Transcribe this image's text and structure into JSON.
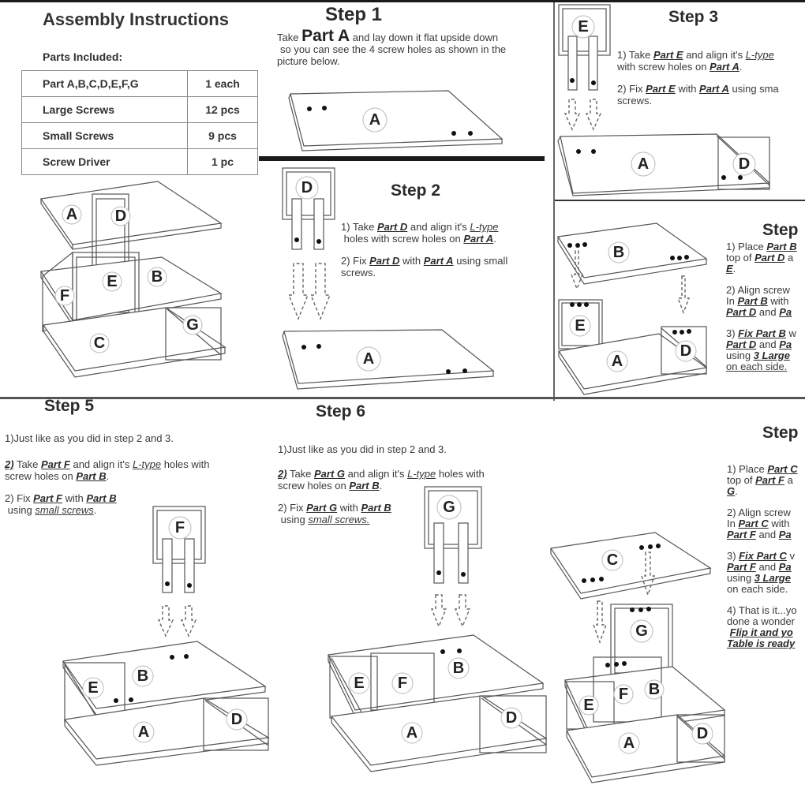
{
  "header": {
    "title": "Assembly Instructions",
    "parts_heading": "Parts Included:"
  },
  "parts_table": [
    {
      "item": "Part A,B,C,D,E,F,G",
      "qty": "1 each"
    },
    {
      "item": "Large Screws",
      "qty": "12 pcs"
    },
    {
      "item": "Small Screws",
      "qty": "9 pcs"
    },
    {
      "item": "Screw Driver",
      "qty": "1 pc"
    }
  ],
  "part_labels": {
    "a": "A",
    "b": "B",
    "c": "C",
    "d": "D",
    "e": "E",
    "f": "F",
    "g": "G"
  },
  "step1": {
    "title": "Step 1",
    "take": "Take",
    "part": "Part A",
    "line1_rest": "and lay down it flat upside down",
    "line2": "so you can see the 4 screw holes as shown in the",
    "line3": "picture below."
  },
  "step2": {
    "title": "Step 2",
    "i1_a": "1) Take ",
    "i1_part1": "Part D",
    "i1_b": " and align it's ",
    "i1_ltype": "L-type",
    "i1_c": "holes with screw holes on ",
    "i1_part2": "Part A",
    "i1_end": ".",
    "i2_a": "2) Fix ",
    "i2_part1": "Part D",
    "i2_b": " with ",
    "i2_part2": "Part A",
    "i2_c": " using small",
    "i2_d": "screws."
  },
  "step3": {
    "title": "Step 3",
    "i1_a": "1) Take ",
    "i1_part1": "Part E",
    "i1_b": " and align it's ",
    "i1_ltype": "L-type",
    "i1_c": "with screw holes on ",
    "i1_part2": "Part A",
    "i1_end": ".",
    "i2_a": "2) Fix ",
    "i2_part1": "Part E",
    "i2_b": " with ",
    "i2_part2": "Part A",
    "i2_c": " using sma",
    "i2_d": "screws."
  },
  "step4": {
    "title": "Step",
    "i1_a": "1) Place ",
    "i1_part1": "Part B",
    "i1_b": "top of ",
    "i1_part2": "Part D",
    "i1_c": " a",
    "i1_part3": "E",
    "i1_end": ".",
    "i2_a": "2) Align screw",
    "i2_b": "In ",
    "i2_part1": "Part B",
    "i2_c": " with",
    "i2_part2": "Part D",
    "i2_d": " and ",
    "i2_part3": "Pa",
    "i3_a": "3) ",
    "i3_fix": "Fix Part B",
    "i3_b": " w",
    "i3_part1": "Part D",
    "i3_c": " and ",
    "i3_part2": "Pa",
    "i3_d": "using ",
    "i3_large": "3 Large",
    "i3_e": "on each side."
  },
  "step5": {
    "title": "Step 5",
    "i1": "1)Just like as you did in step 2 and 3.",
    "i2_num": "2)",
    "i2_a": " Take ",
    "i2_part1": "Part F",
    "i2_b": " and align it's ",
    "i2_ltype": "L-type",
    "i2_c": " holes with",
    "i2_d": "screw holes on ",
    "i2_part2": "Part B",
    "i2_end": ".",
    "i3_a": "2) Fix ",
    "i3_part1": "Part F",
    "i3_b": " with ",
    "i3_part2": "Part B",
    "i3_c": "using ",
    "i3_small": "small screws",
    "i3_end": "."
  },
  "step6": {
    "title": "Step 6",
    "i1": "1)Just like as you did in step 2 and 3.",
    "i2_num": "2)",
    "i2_a": " Take ",
    "i2_part1": "Part G",
    "i2_b": " and align it's ",
    "i2_ltype": "L-type",
    "i2_c": " holes with",
    "i2_d": "screw holes on ",
    "i2_part2": "Part B",
    "i2_end": ".",
    "i3_a": "2) Fix ",
    "i3_part1": "Part G",
    "i3_b": " with ",
    "i3_part2": "Part B",
    "i3_c": "using ",
    "i3_small": "small screws."
  },
  "step7": {
    "title": "Step",
    "i1_a": "1) Place ",
    "i1_part1": "Part C",
    "i1_b": "top of ",
    "i1_part2": "Part F",
    "i1_c": " a",
    "i1_part3": "G",
    "i1_end": ".",
    "i2_a": "2) Align screw",
    "i2_b": "In ",
    "i2_part1": "Part C",
    "i2_c": " with",
    "i2_part2": "Part F",
    "i2_d": " and ",
    "i2_part3": "Pa",
    "i3_a": "3) ",
    "i3_fix": "Fix Part C",
    "i3_b": " v",
    "i3_part1": "Part F",
    "i3_c": " and ",
    "i3_part2": "Pa",
    "i3_d": "using ",
    "i3_large": "3 Large",
    "i3_e": "on each side.",
    "i4_a": "4) That is it...yo",
    "i4_b": "done a wonder",
    "i4_flip": "Flip it and yo",
    "i4_ready": "Table is ready"
  }
}
